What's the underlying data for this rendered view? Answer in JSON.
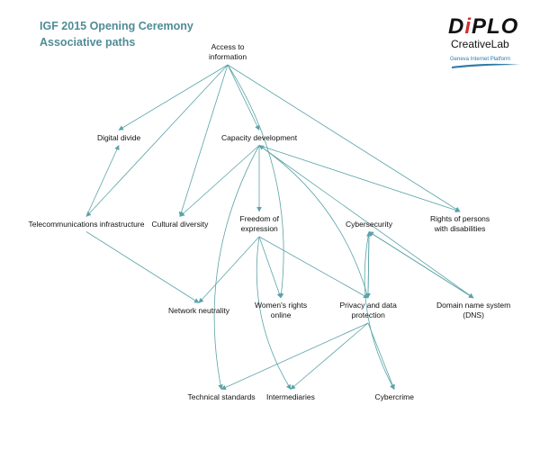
{
  "title": {
    "line1": "IGF 2015 Opening Ceremony",
    "line2": "Associative paths"
  },
  "logo": {
    "brand_left": "D",
    "brand_i": "i",
    "brand_right": "PLO",
    "sub": "CreativeLab",
    "platform": "Geneva Internet Platform"
  },
  "colors": {
    "edge": "#5aa3a8",
    "title": "#4f8c96",
    "accent": "#d32f2f",
    "platform": "#2f7aa8"
  },
  "nodes": [
    {
      "id": "access",
      "label": "Access to\ninformation"
    },
    {
      "id": "digital_divide",
      "label": "Digital divide"
    },
    {
      "id": "capacity",
      "label": "Capacity development"
    },
    {
      "id": "telecom",
      "label": "Telecommunications infrastructure"
    },
    {
      "id": "cultural",
      "label": "Cultural diversity"
    },
    {
      "id": "freedom",
      "label": "Freedom of\nexpression"
    },
    {
      "id": "cybersecurity",
      "label": "Cybersecurity"
    },
    {
      "id": "rights_disab",
      "label": "Rights of persons\nwith disabilities"
    },
    {
      "id": "net_neutrality",
      "label": "Network neutrality"
    },
    {
      "id": "womens",
      "label": "Women's rights\nonline"
    },
    {
      "id": "privacy",
      "label": "Privacy and data\nprotection"
    },
    {
      "id": "dns",
      "label": "Domain name system\n(DNS)"
    },
    {
      "id": "tech_std",
      "label": "Technical standards"
    },
    {
      "id": "intermediaries",
      "label": "Intermediaries"
    },
    {
      "id": "cybercrime",
      "label": "Cybercrime"
    }
  ],
  "edges": [
    {
      "from": "access",
      "to": "digital_divide"
    },
    {
      "from": "access",
      "to": "capacity"
    },
    {
      "from": "access",
      "to": "telecom"
    },
    {
      "from": "access",
      "to": "cultural"
    },
    {
      "from": "access",
      "to": "womens"
    },
    {
      "from": "access",
      "to": "rights_disab"
    },
    {
      "from": "telecom",
      "to": "digital_divide"
    },
    {
      "from": "telecom",
      "to": "net_neutrality"
    },
    {
      "from": "capacity",
      "to": "cultural"
    },
    {
      "from": "capacity",
      "to": "freedom"
    },
    {
      "from": "capacity",
      "to": "tech_std"
    },
    {
      "from": "capacity",
      "to": "rights_disab"
    },
    {
      "from": "capacity",
      "to": "dns"
    },
    {
      "from": "privacy",
      "to": "capacity"
    },
    {
      "from": "freedom",
      "to": "net_neutrality"
    },
    {
      "from": "freedom",
      "to": "womens"
    },
    {
      "from": "freedom",
      "to": "privacy"
    },
    {
      "from": "freedom",
      "to": "intermediaries"
    },
    {
      "from": "cybersecurity",
      "to": "privacy"
    },
    {
      "from": "privacy",
      "to": "cybersecurity"
    },
    {
      "from": "cybersecurity",
      "to": "dns"
    },
    {
      "from": "dns",
      "to": "cybersecurity"
    },
    {
      "from": "cybersecurity",
      "to": "cybercrime"
    },
    {
      "from": "privacy",
      "to": "tech_std"
    },
    {
      "from": "privacy",
      "to": "intermediaries"
    },
    {
      "from": "privacy",
      "to": "cybercrime"
    }
  ]
}
